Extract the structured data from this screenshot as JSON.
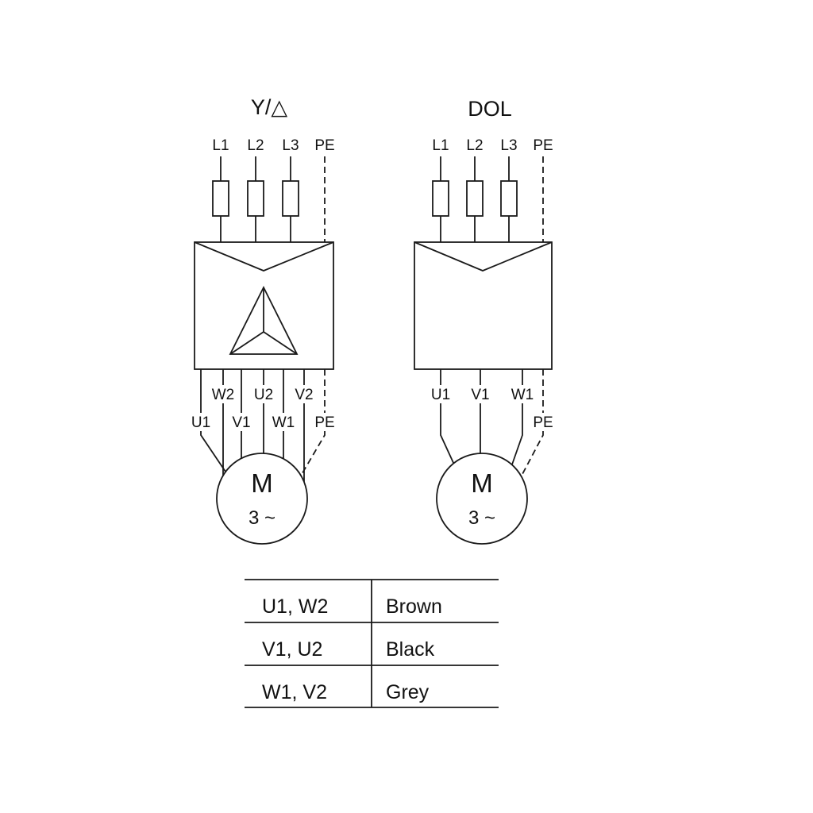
{
  "page": {
    "background": "#ffffff",
    "ink_color": "#1a1a1a"
  },
  "star_delta": {
    "title": "Y/△",
    "terminals": [
      "L1",
      "L2",
      "L3",
      "PE"
    ],
    "row1_labels": [
      "W2",
      "U2",
      "V2"
    ],
    "row2_labels": [
      "U1",
      "V1",
      "W1",
      "PE"
    ],
    "motor": {
      "letter": "M",
      "phases": "3 ~"
    }
  },
  "dol": {
    "title": "DOL",
    "terminals": [
      "L1",
      "L2",
      "L3",
      "PE"
    ],
    "row1_labels": [
      "U1",
      "V1",
      "W1"
    ],
    "row2_labels": [
      "PE"
    ],
    "motor": {
      "letter": "M",
      "phases": "3 ~"
    }
  },
  "wire_color_table": {
    "rows": [
      {
        "terminals": "U1, W2",
        "color": "Brown"
      },
      {
        "terminals": "V1, U2",
        "color": "Black"
      },
      {
        "terminals": "W1, V2",
        "color": "Grey"
      }
    ]
  }
}
